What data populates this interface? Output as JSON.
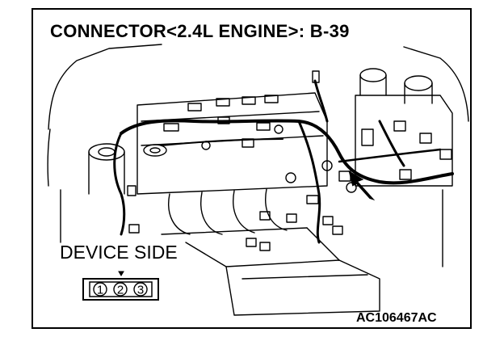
{
  "title": "CONNECTOR<2.4L ENGINE>: B-39",
  "device_side_label": "DEVICE SIDE",
  "connector_pins": [
    "1",
    "2",
    "3"
  ],
  "figure_id": "AC106467AC"
}
